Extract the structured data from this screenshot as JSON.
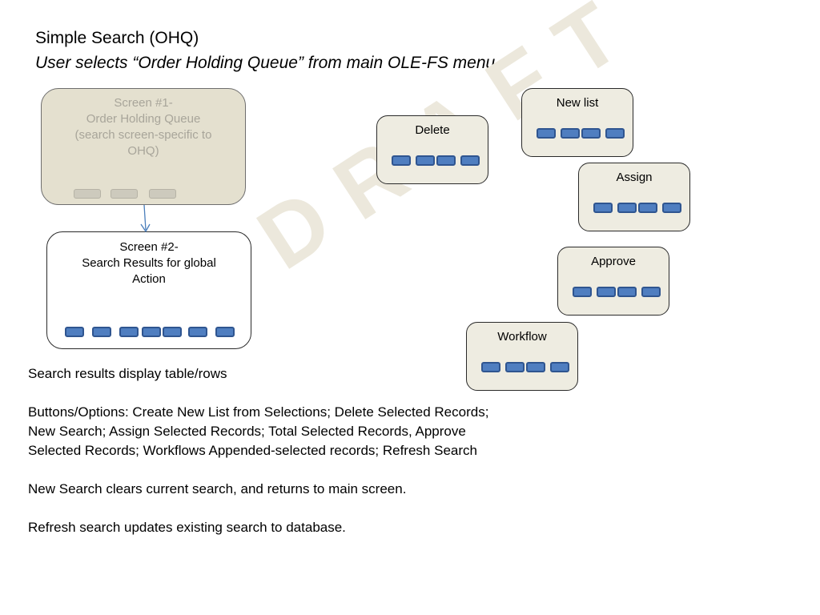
{
  "title": "Simple Search (OHQ)",
  "subtitle": "User selects “Order Holding Queue” from main OLE-FS menu",
  "watermark": "DRAFT",
  "screen1": {
    "line1": "Screen #1-",
    "line2": "Order Holding Queue",
    "line3": "(search screen-specific to",
    "line4": "OHQ)"
  },
  "screen2": {
    "line1": "Screen #2-",
    "line2": "Search Results for global",
    "line3": "Action"
  },
  "dialogs": {
    "new_list": "New list",
    "delete": "Delete",
    "assign": "Assign",
    "approve": "Approve",
    "workflow": "Workflow"
  },
  "notes": {
    "p1": "Search results display table/rows",
    "p2": "Buttons/Options: Create New List from Selections; Delete Selected Records; New Search; Assign Selected Records; Total Selected Records, Approve Selected Records; Workflows Appended-selected records; Refresh Search",
    "p3": "New Search clears current search, and returns to main screen.",
    "p4": "Refresh search updates existing search to database."
  },
  "colors": {
    "box_fill": "#eeece1",
    "button_fill": "#4f7ec0",
    "button_border": "#2f5590",
    "arrow": "#4a7ebb"
  }
}
